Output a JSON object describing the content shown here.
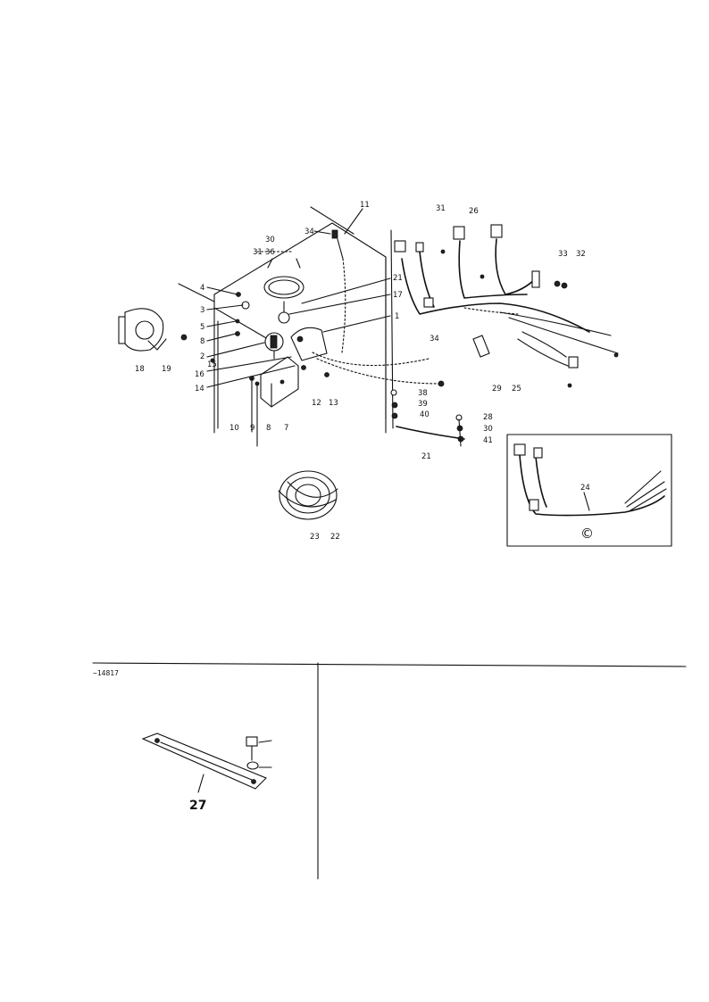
{
  "main": {
    "callouts": [
      {
        "id": "c11",
        "text": "11"
      },
      {
        "id": "c34a",
        "text": "34"
      },
      {
        "id": "c30",
        "text": "30"
      },
      {
        "id": "c31",
        "text": "31"
      },
      {
        "id": "c36",
        "text": "36"
      },
      {
        "id": "c21",
        "text": "21"
      },
      {
        "id": "c17",
        "text": "17"
      },
      {
        "id": "c1",
        "text": "1"
      },
      {
        "id": "c4",
        "text": "4"
      },
      {
        "id": "c3",
        "text": "3"
      },
      {
        "id": "c5",
        "text": "5"
      },
      {
        "id": "c8a",
        "text": "8"
      },
      {
        "id": "c2",
        "text": "2"
      },
      {
        "id": "c16",
        "text": "16"
      },
      {
        "id": "c15",
        "text": "15"
      },
      {
        "id": "c14",
        "text": "14"
      },
      {
        "id": "c18",
        "text": "18"
      },
      {
        "id": "c19",
        "text": "19"
      },
      {
        "id": "c10",
        "text": "10"
      },
      {
        "id": "c9",
        "text": "9"
      },
      {
        "id": "c8b",
        "text": "8"
      },
      {
        "id": "c7",
        "text": "7"
      },
      {
        "id": "c12",
        "text": "12"
      },
      {
        "id": "c13",
        "text": "13"
      },
      {
        "id": "c31b",
        "text": "31"
      },
      {
        "id": "c26",
        "text": "26"
      },
      {
        "id": "c33",
        "text": "33"
      },
      {
        "id": "c32",
        "text": "32"
      },
      {
        "id": "c34b",
        "text": "34"
      },
      {
        "id": "c29",
        "text": "29"
      },
      {
        "id": "c25",
        "text": "25"
      },
      {
        "id": "c38",
        "text": "38"
      },
      {
        "id": "c39",
        "text": "39"
      },
      {
        "id": "c40",
        "text": "40"
      },
      {
        "id": "c28",
        "text": "28"
      },
      {
        "id": "c30b",
        "text": "30"
      },
      {
        "id": "c41",
        "text": "41"
      },
      {
        "id": "c21b",
        "text": "21"
      },
      {
        "id": "c23",
        "text": "23"
      },
      {
        "id": "c22",
        "text": "22"
      }
    ]
  },
  "inset": {
    "callout": "24",
    "mark": "©"
  },
  "lower": {
    "header_code": "~14817",
    "part_label": "27"
  }
}
